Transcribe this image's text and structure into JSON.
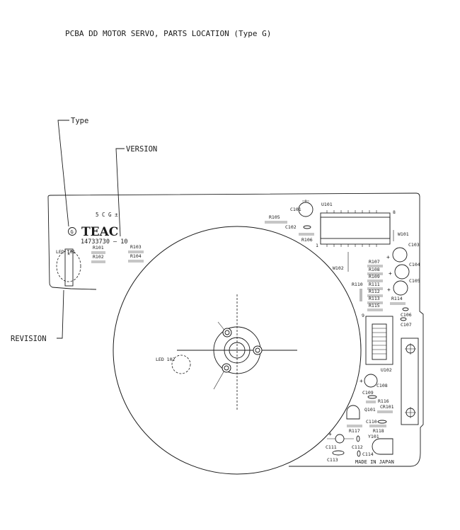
{
  "title": "PCBA DD MOTOR SERVO, PARTS LOCATION (Type G)",
  "callouts": {
    "type": "Type",
    "version": "VERSION",
    "revision": "REVISION"
  },
  "board": {
    "logo": "TEAC",
    "type_code": "G",
    "part_number": "14733730 — 10",
    "marking": "5 C G ±",
    "made_in": "MADE IN JAPAN"
  },
  "components": {
    "r101": "R101",
    "r102": "R102",
    "r103": "R103",
    "r104": "R104",
    "r105": "R105",
    "r106": "R106",
    "r107": "R107",
    "r108": "R108",
    "r109": "R109",
    "r110": "R110",
    "r111": "R111",
    "r112": "R112",
    "r113": "R113",
    "r114": "R114",
    "r115": "R115",
    "r116": "R116",
    "r117": "R117",
    "r118": "R118",
    "c101": "C101",
    "c102": "C102",
    "c103": "C103",
    "c104": "C104",
    "c105": "C105",
    "c106": "C106",
    "c107": "C107",
    "c108": "C108",
    "c109": "C109",
    "c110": "C110",
    "c111": "C111",
    "c112": "C112",
    "c113": "C113",
    "c114": "C114",
    "u101": "U101",
    "u102": "U102",
    "w101": "W101",
    "w102": "W102",
    "q101": "Q101",
    "y101": "Y101",
    "cr101": "CR101",
    "led101": "LED 101",
    "led102": "LED 102",
    "pin1": "1",
    "pin8": "8",
    "pin9": "9"
  }
}
